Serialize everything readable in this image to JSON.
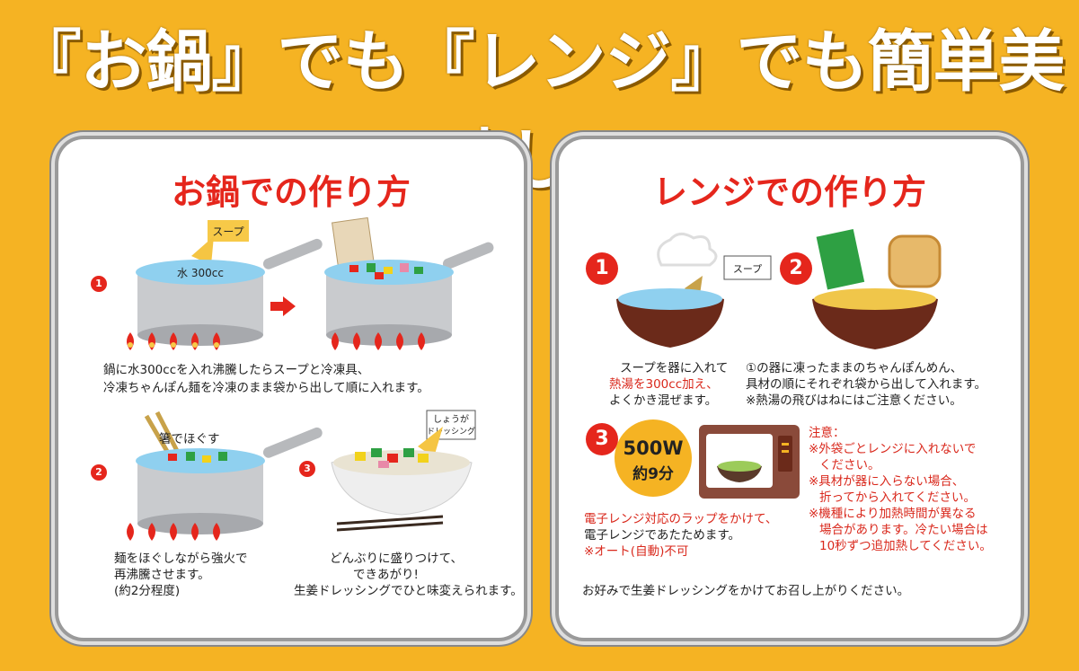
{
  "headline": "『お鍋』でも『レンジ』でも簡単美味しい",
  "nabe": {
    "title": "お鍋での作り方",
    "step1": {
      "num": "1",
      "soup_label": "スープ",
      "water_label": "水 300cc",
      "desc_line1": "鍋に水300ccを入れ沸騰したらスープと冷凍具、",
      "desc_line2": "冷凍ちゃんぽん麺を冷凍のまま袋から出して順に入れます。"
    },
    "step2": {
      "num": "2",
      "chopsticks_label": "箸でほぐす",
      "desc_line1": "麺をほぐしながら強火で",
      "desc_line2": "再沸騰させます。",
      "desc_line3": "(約2分程度)"
    },
    "step3": {
      "num": "3",
      "dressing_label_1": "しょうが",
      "dressing_label_2": "ドレッシング",
      "desc_line1": "どんぶりに盛りつけて、",
      "desc_line2": "できあがり!",
      "desc_line3": "生姜ドレッシングでひと味変えられます。"
    }
  },
  "range": {
    "title": "レンジでの作り方",
    "step1": {
      "num": "1",
      "soup_label": "スープ",
      "desc_line1": "スープを器に入れて",
      "desc_line2": "熱湯を300cc加え、",
      "desc_line3": "よくかき混ぜます。"
    },
    "step2": {
      "num": "2",
      "desc_line1": "①の器に凍ったままのちゃんぽんめん、",
      "desc_line2": "具材の順にそれぞれ袋から出して入れます。",
      "desc_line3": "※熱湯の飛びはねにはご注意ください。"
    },
    "step3": {
      "num": "3",
      "watt": "500W",
      "time": "約9分",
      "desc_line1": "電子レンジ対応のラップをかけて、",
      "desc_line2": "電子レンジであたためます。",
      "desc_line3": "※オート(自動)不可"
    },
    "notes": {
      "heading": "注意：",
      "n1a": "※外袋ごとレンジに入れないで",
      "n1b": "ください。",
      "n2a": "※具材が器に入らない場合、",
      "n2b": "折ってから入れてください。",
      "n3a": "※機種により加熱時間が異なる",
      "n3b": "場合があります。冷たい場合は",
      "n3c": "10秒ずつ追加熱してください。"
    },
    "footer": "お好みで生姜ドレッシングをかけてお召し上がりください。"
  },
  "colors": {
    "background": "#F5B323",
    "accent_red": "#E5261C",
    "panel": "#FFFFFF"
  }
}
